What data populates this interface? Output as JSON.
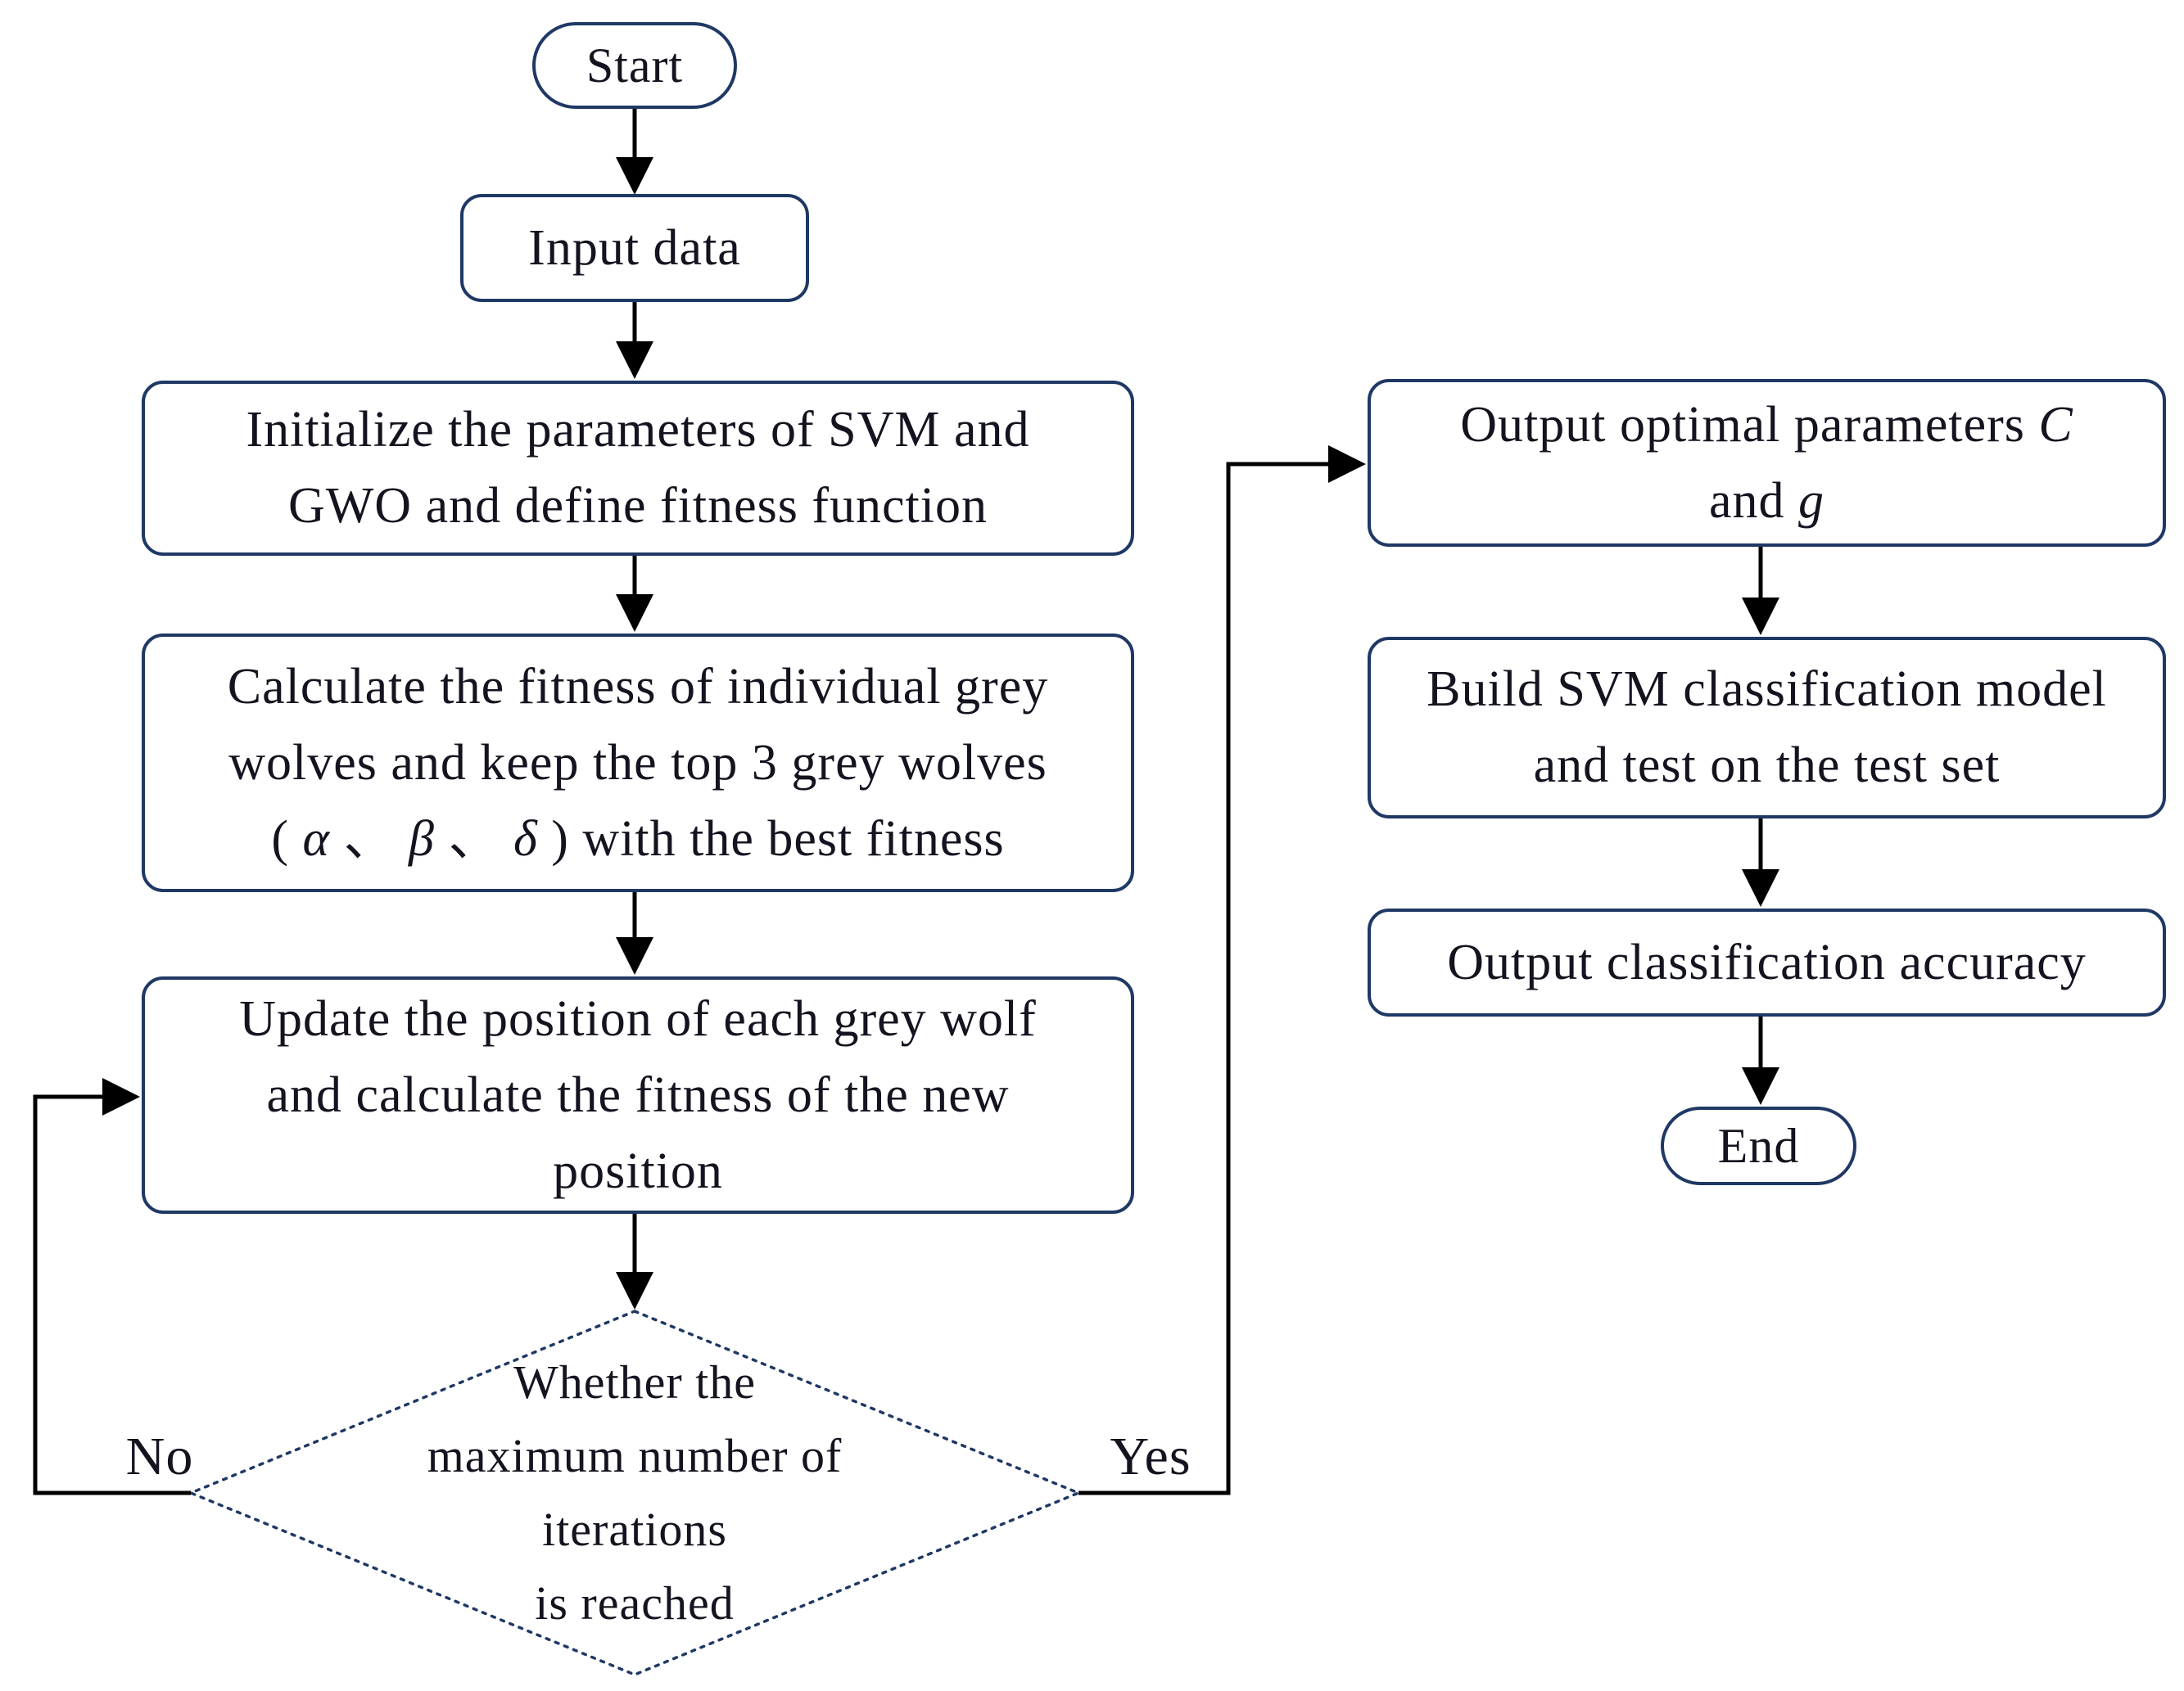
{
  "flowchart": {
    "nodes": {
      "start": {
        "label": "Start"
      },
      "input_data": {
        "label": "Input data"
      },
      "initialize": {
        "line1": "Initialize the parameters of SVM and",
        "line2": "GWO and define fitness function"
      },
      "calculate_fitness": {
        "line1": "Calculate the fitness of individual grey",
        "line2": "wolves and keep the top 3 grey wolves",
        "line3_parts": [
          "( ",
          "α",
          " 、 ",
          "β",
          " 、 ",
          "δ",
          " ) with the best fitness"
        ]
      },
      "update_position": {
        "line1": "Update the position of each grey wolf",
        "line2": "and calculate the fitness of the new",
        "line3": "position"
      },
      "decision": {
        "line1": "Whether the",
        "line2": "maximum number of",
        "line3": "iterations",
        "line4": "is reached"
      },
      "output_parameters": {
        "line1_text": "Output optimal parameters ",
        "line1_var": "C",
        "line2_text": "and ",
        "line2_var": "g"
      },
      "build_model": {
        "line1": "Build SVM classification model",
        "line2": "and test on the test set"
      },
      "output_accuracy": {
        "label": "Output classification accuracy"
      },
      "end": {
        "label": "End"
      }
    },
    "edge_labels": {
      "no": "No",
      "yes": "Yes"
    },
    "colors": {
      "node_border": "#1f3864",
      "text": "#141420",
      "connector": "#000000",
      "background": "#ffffff"
    }
  }
}
